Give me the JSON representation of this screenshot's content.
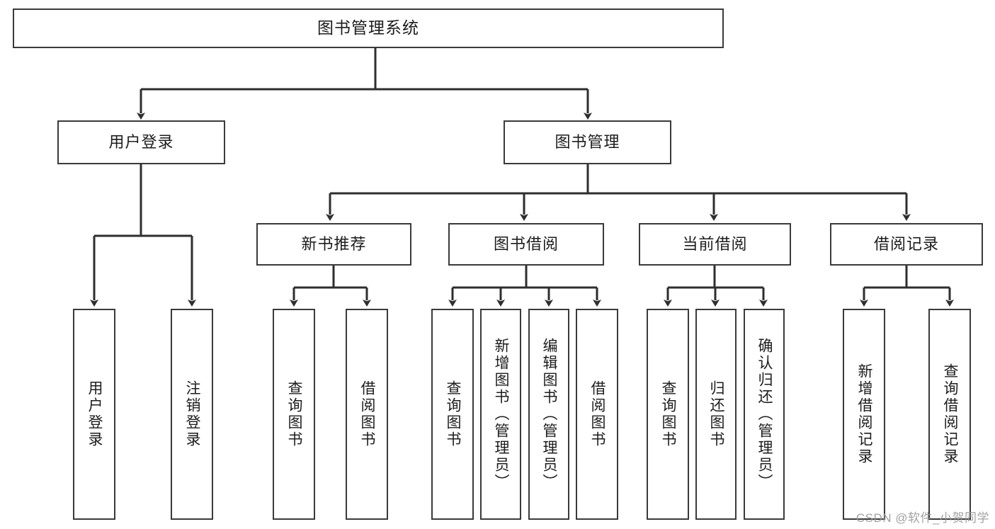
{
  "diagram": {
    "title": "图书管理系统",
    "type": "hierarchy-tree",
    "stroke_color": "#3a3a3a",
    "text_color": "#1c1c1c",
    "background_color": "#ffffff",
    "nodes": {
      "root": {
        "label": "图书管理系统"
      },
      "level2": [
        {
          "id": "user-login",
          "label": "用户登录"
        },
        {
          "id": "book-manage",
          "label": "图书管理"
        }
      ],
      "level3": [
        {
          "id": "new-book-recommend",
          "label": "新书推荐"
        },
        {
          "id": "book-borrow",
          "label": "图书借阅"
        },
        {
          "id": "current-borrow",
          "label": "当前借阅"
        },
        {
          "id": "borrow-record",
          "label": "借阅记录"
        }
      ],
      "leaves": {
        "user_login": [
          {
            "id": "leaf-user-login",
            "label": "用户登录"
          },
          {
            "id": "leaf-logout-login",
            "label": "注销登录"
          }
        ],
        "new_book_recommend": [
          {
            "id": "leaf-query-book-1",
            "label": "查询图书"
          },
          {
            "id": "leaf-borrow-book-1",
            "label": "借阅图书"
          }
        ],
        "book_borrow": [
          {
            "id": "leaf-query-book-2",
            "label": "查询图书"
          },
          {
            "id": "leaf-add-book",
            "label": "新增图书（管理员）"
          },
          {
            "id": "leaf-edit-book",
            "label": "编辑图书（管理员）"
          },
          {
            "id": "leaf-borrow-book-2",
            "label": "借阅图书"
          }
        ],
        "current_borrow": [
          {
            "id": "leaf-query-book-3",
            "label": "查询图书"
          },
          {
            "id": "leaf-return-book",
            "label": "归还图书"
          },
          {
            "id": "leaf-confirm-return",
            "label": "确认归还（管理员）"
          }
        ],
        "borrow_record": [
          {
            "id": "leaf-add-record",
            "label": "新增借阅记录"
          },
          {
            "id": "leaf-query-record",
            "label": "查询借阅记录"
          }
        ]
      }
    }
  },
  "watermark": {
    "text": "CSDN @软件_小贺同学"
  }
}
